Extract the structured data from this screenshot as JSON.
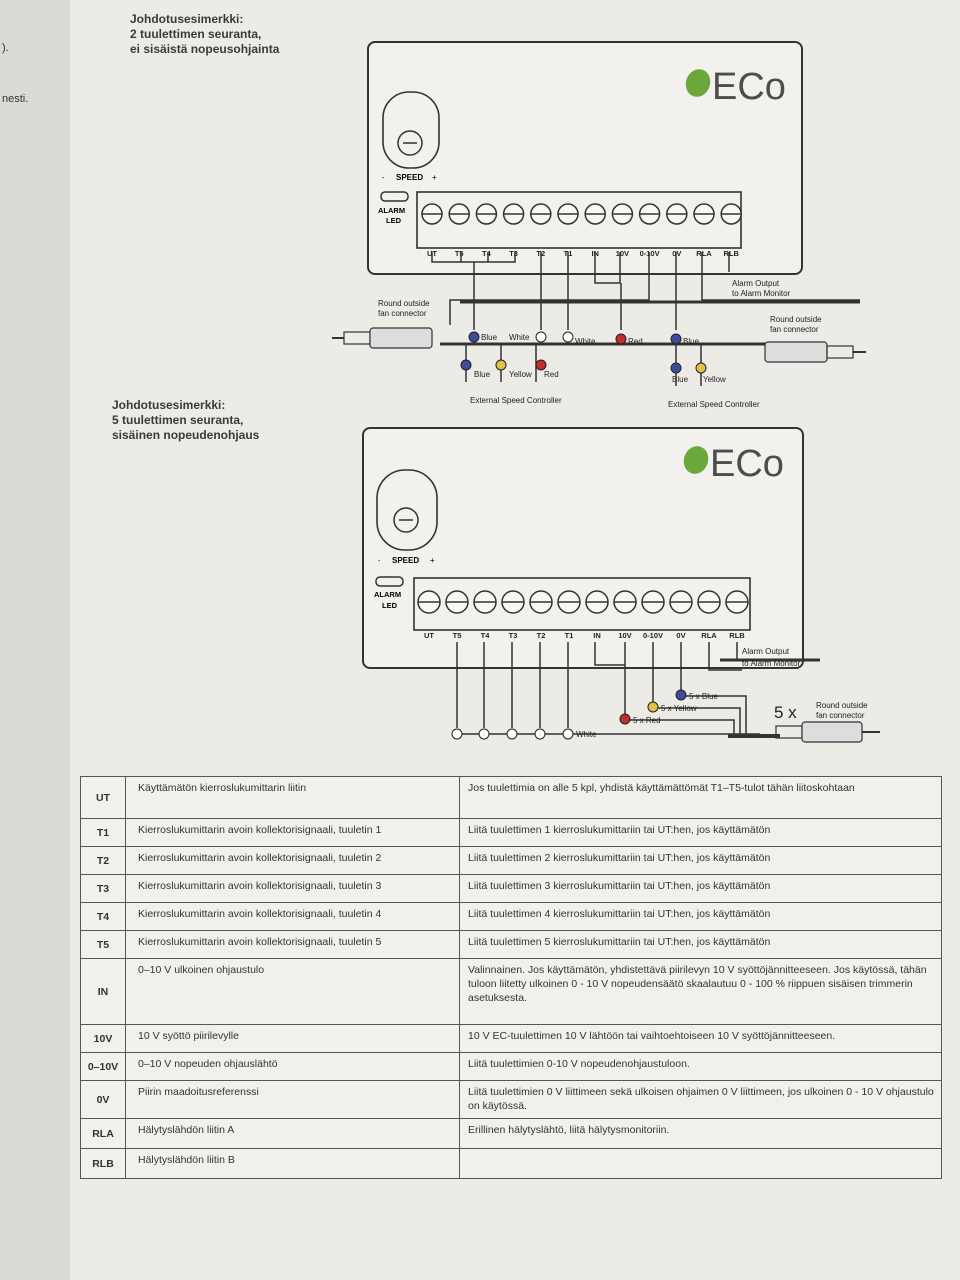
{
  "left_page": {
    "fragment_1": ").",
    "fragment_2": "nesti."
  },
  "example1": {
    "heading": "Johdotusesimerkki:\n2 tuulettimen seuranta,\nei sisäistä nopeusohjainta",
    "logo": "ECo",
    "speed_label": "SPEED",
    "alarm_led": [
      "ALARM",
      "LED"
    ],
    "terminals": [
      "UT",
      "T5",
      "T4",
      "T3",
      "T2",
      "T1",
      "IN",
      "10V",
      "0-10V",
      "0V",
      "RLA",
      "RLB"
    ],
    "alarm_output": [
      "Alarm Output",
      "to Alarm Monitor"
    ],
    "left_connector": [
      "Round outside",
      "fan connector"
    ],
    "right_connector": [
      "Round outside",
      "fan connector"
    ],
    "wires_left_top": [
      "Blue",
      "White"
    ],
    "wires_right_top": [
      "White",
      "Red",
      "Blue"
    ],
    "wires_bottom_left": [
      "Blue",
      "Yellow",
      "Red"
    ],
    "wires_bottom_right": [
      "Blue",
      "Yellow"
    ],
    "ext_controller_left": "External Speed Controller",
    "ext_controller_right": "External Speed Controller"
  },
  "example2": {
    "heading": "Johdotusesimerkki:\n5 tuulettimen seuranta,\nsisäinen nopeudenohjaus",
    "logo": "ECo",
    "speed_label": "SPEED",
    "alarm_led": [
      "ALARM",
      "LED"
    ],
    "terminals": [
      "UT",
      "T5",
      "T4",
      "T3",
      "T2",
      "T1",
      "IN",
      "10V",
      "0-10V",
      "0V",
      "RLA",
      "RLB"
    ],
    "alarm_output": [
      "Alarm Output",
      "to Alarm Monitor"
    ],
    "wire_blue": "5 x Blue",
    "wire_yellow": "5 x Yellow",
    "wire_red": "5 x Red",
    "wire_white": "White",
    "connector_count": "5 x",
    "connector_label": [
      "Round outside",
      "fan connector"
    ]
  },
  "table": {
    "rows": [
      {
        "code": "UT",
        "desc": "Käyttämätön kierroslukumittarin liitin",
        "notes": "Jos tuulettimia on alle 5 kpl, yhdistä käyttämättömät T1–T5-tulot tähän liitoskohtaan"
      },
      {
        "code": "T1",
        "desc": "Kierroslukumittarin avoin kollektorisignaali, tuuletin 1",
        "notes": "Liitä tuulettimen 1 kierroslukumittariin tai UT:hen, jos käyttämätön"
      },
      {
        "code": "T2",
        "desc": "Kierroslukumittarin avoin kollektorisignaali, tuuletin 2",
        "notes": "Liitä tuulettimen 2 kierroslukumittariin tai UT:hen, jos käyttämätön"
      },
      {
        "code": "T3",
        "desc": "Kierroslukumittarin avoin kollektorisignaali, tuuletin 3",
        "notes": "Liitä tuulettimen 3 kierroslukumittariin tai UT:hen, jos käyttämätön"
      },
      {
        "code": "T4",
        "desc": "Kierroslukumittarin avoin kollektorisignaali, tuuletin 4",
        "notes": "Liitä tuulettimen 4 kierroslukumittariin tai UT:hen, jos käyttämätön"
      },
      {
        "code": "T5",
        "desc": "Kierroslukumittarin avoin kollektorisignaali, tuuletin 5",
        "notes": "Liitä tuulettimen 5 kierroslukumittariin tai UT:hen, jos käyttämätön"
      },
      {
        "code": "IN",
        "desc": "0–10 V ulkoinen ohjaustulo",
        "notes": "Valinnainen. Jos käyttämätön, yhdistettävä piirilevyn 10 V syöttöjännitteeseen. Jos käytössä, tähän tuloon liitetty ulkoinen 0 - 10 V nopeudensäätö skaalautuu 0 - 100 % riippuen sisäisen trimmerin asetuksesta."
      },
      {
        "code": "10V",
        "desc": "10 V syöttö piirilevylle",
        "notes": "10 V EC-tuulettimen 10 V lähtöön tai vaihtoehtoiseen 10 V syöttöjännitteeseen."
      },
      {
        "code": "0–10V",
        "desc": "0–10 V nopeuden ohjauslähtö",
        "notes": "Liitä tuulettimien 0-10 V nopeudenohjaustuloon."
      },
      {
        "code": "0V",
        "desc": "Piirin maadoitusreferenssi",
        "notes": "Liitä tuulettimien 0 V liittimeen sekä ulkoisen ohjaimen 0 V liittimeen, jos ulkoinen 0 - 10 V ohjaustulo on käytössä."
      },
      {
        "code": "RLA",
        "desc": "Hälytyslähdön liitin A",
        "notes": "Erillinen hälytyslähtö, liitä hälytysmonitoriin."
      },
      {
        "code": "RLB",
        "desc": "Hälytyslähdön liitin B",
        "notes": ""
      }
    ]
  }
}
